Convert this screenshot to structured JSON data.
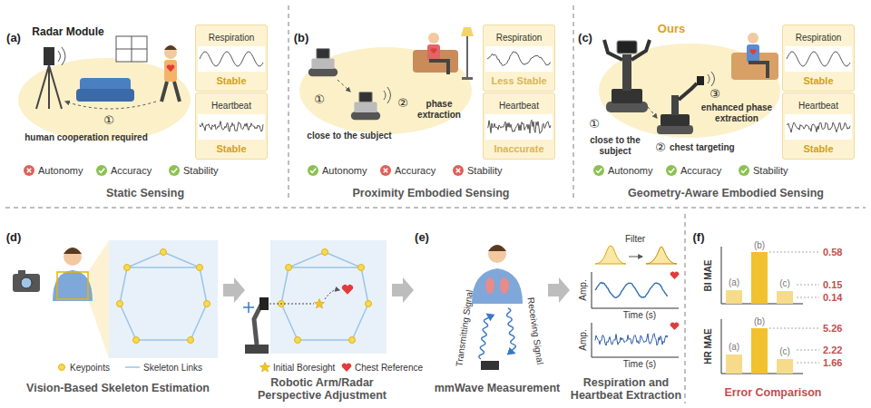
{
  "diagram": {
    "nodes": [
      {
        "text": [
          "Respiration",
          "Stable"
        ]
      },
      {
        "text": [
          "Heartbeat",
          "Stable"
        ]
      },
      {
        "text": [
          "Respiration",
          "Less Stable"
        ]
      },
      {
        "text": [
          "Heartbeat",
          "Inaccurate"
        ]
      },
      {
        "text": [
          "Respiration",
          "Stable"
        ]
      },
      {
        "text": [
          "Heartbeat",
          "Stable"
        ]
      }
    ],
    "labels": [
      "(a)",
      "Radar Module",
      "①",
      "human cooperation required",
      "Autonomy",
      "Accuracy",
      "Stability",
      "Static Sensing",
      "(b)",
      "①",
      "close to the subject",
      "②",
      "phase extraction",
      "Autonomy",
      "Accuracy",
      "Stability",
      "Proximity Embodied Sensing",
      "(c)",
      "Ours",
      "①",
      "close to the subject",
      "②",
      "chest targeting",
      "③",
      "enhanced phase extraction",
      "Autonomy",
      "Accuracy",
      "Stability",
      "Geometry-Aware Embodied Sensing",
      "(d)",
      "Vision-Based Skeleton Estimation",
      "Robotic Arm/Radar Perspective Adjustment",
      "(e)",
      "Transmitting Signal",
      "Receiving Signal",
      "mmWave Measurement",
      "Filter",
      "Amp.",
      "Time (s)",
      "Amp.",
      "Time (s)",
      "Respiration and Heartbeat Extraction",
      "(f)",
      "BI MAE",
      "(a)",
      "(b)",
      "(c)",
      "0.58",
      "0.15",
      "0.14",
      "HR MAE",
      "(a)",
      "(b)",
      "(c)",
      "5.26",
      "2.22",
      "1.66",
      "Error Comparison"
    ],
    "legend": [
      {
        "text": "Keypoints"
      },
      {
        "text": "Skeleton Links"
      },
      {
        "text": "Initial Boresight"
      },
      {
        "text": "Chest Reference"
      }
    ]
  }
}
